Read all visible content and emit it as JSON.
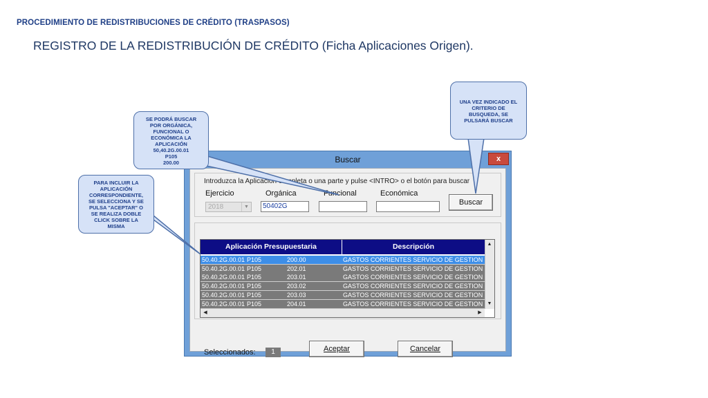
{
  "header": "PROCEDIMIENTO DE REDISTRIBUCIONES DE CRÉDITO (TRASPASOS)",
  "title": "REGISTRO DE LA REDISTRIBUCIÓN DE CRÉDITO (Ficha Aplicaciones Origen).",
  "callouts": {
    "search": [
      "SE PODRÁ BUSCAR",
      "POR ORGÁNICA,",
      "FUNCIONAL O",
      "ECONÓMICA LA",
      "APLICACIÓN",
      "50,40.2G.00.01",
      "P105",
      "200.00"
    ],
    "include": [
      "PARA INCLUIR LA",
      "APLICACIÓN",
      "CORRESPONDIENTE,",
      "SE SELECCIONA Y SE",
      "PULSA \"ACEPTAR\" O",
      "SE REALIZA DOBLE",
      "CLICK SOBRE LA",
      "MISMA"
    ],
    "press": [
      "UNA VEZ INDICADO EL",
      "CRITERIO DE",
      "BUSQUEDA, SE",
      "PULSARÁ BUSCAR"
    ]
  },
  "dialog": {
    "title": "Buscar",
    "close": "x",
    "instruction": "Introduzca la Aplicación completa o una parte y pulse <INTRO> o el botón para buscar",
    "labels": {
      "ejercicio": "Ejercicio",
      "organica": "Orgánica",
      "funcional": "Funcional",
      "economica": "Económica"
    },
    "fields": {
      "ejercicio": "2018",
      "organica": "50402G",
      "funcional": "",
      "economica": ""
    },
    "buscar": "Buscar",
    "table": {
      "headers": [
        "Aplicación Presupuestaria",
        "Descripción"
      ],
      "rows": [
        {
          "org": "50.40.2G.00.01",
          "prog": "P105",
          "eco": "200.00",
          "desc": "GASTOS CORRIENTES  SERVICIO DE GESTION ..."
        },
        {
          "org": "50.40.2G.00.01",
          "prog": "P105",
          "eco": "202.01",
          "desc": "GASTOS CORRIENTES  SERVICIO DE GESTION ..."
        },
        {
          "org": "50.40.2G.00.01",
          "prog": "P105",
          "eco": "203.01",
          "desc": "GASTOS CORRIENTES  SERVICIO DE GESTION ..."
        },
        {
          "org": "50.40.2G.00.01",
          "prog": "P105",
          "eco": "203.02",
          "desc": "GASTOS CORRIENTES  SERVICIO DE GESTION ..."
        },
        {
          "org": "50.40.2G.00.01",
          "prog": "P105",
          "eco": "203.03",
          "desc": "GASTOS CORRIENTES  SERVICIO DE GESTION ..."
        },
        {
          "org": "50.40.2G.00.01",
          "prog": "P105",
          "eco": "204.01",
          "desc": "GASTOS CORRIENTES  SERVICIO DE GESTION ..."
        }
      ]
    },
    "selected_label": "Seleccionados:",
    "selected_count": "1",
    "aceptar": "Aceptar",
    "cancelar": "Cancelar"
  },
  "colors": {
    "header_text": "#1f3f86",
    "grid_header": "#0d0d85",
    "selected_row": "#3d8ee8",
    "unselected_row": "#7a7a7a",
    "callout_fill": "#d6e2f7"
  }
}
